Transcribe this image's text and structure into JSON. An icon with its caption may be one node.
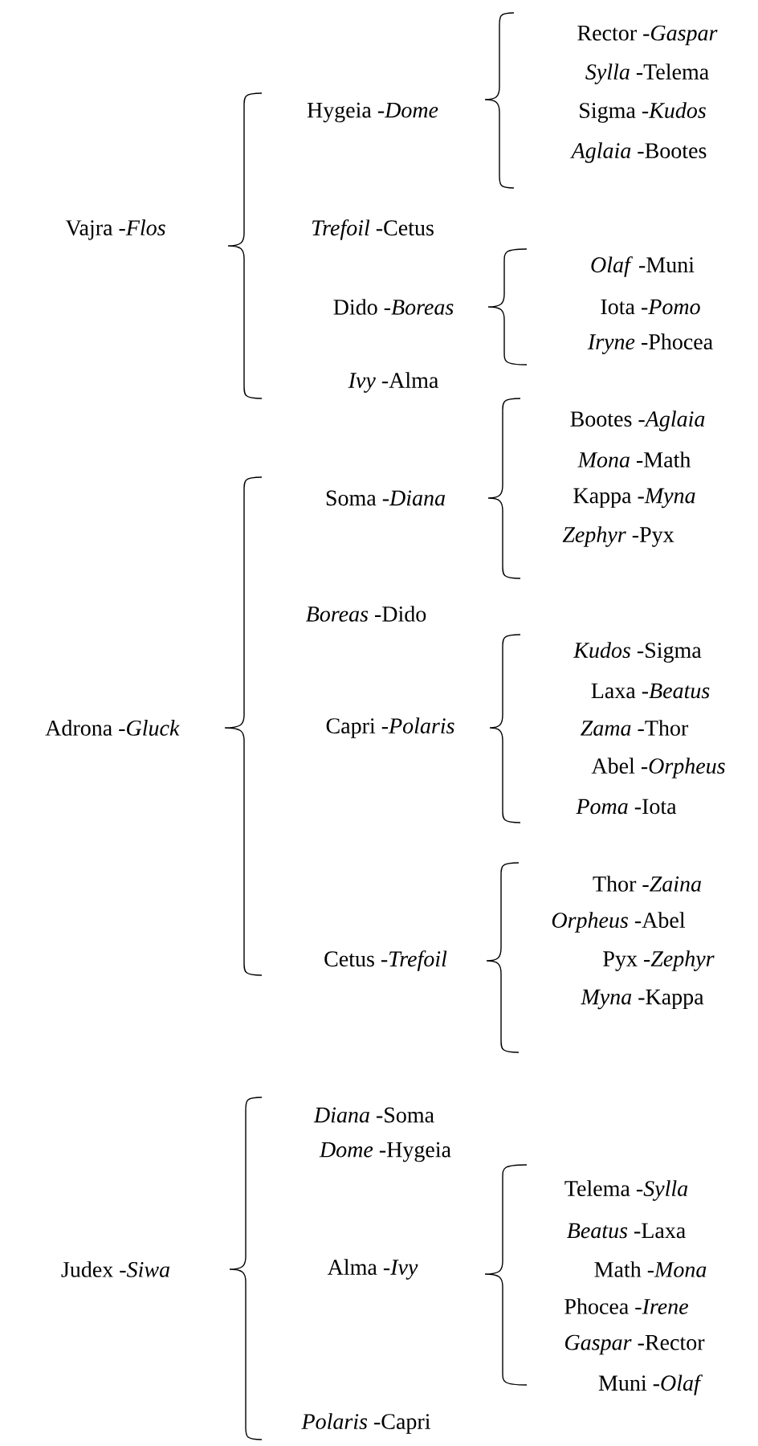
{
  "diagram": {
    "labels": [
      "Vajra -*Flos*",
      "Hygeia -*Dome*",
      "Rector -*Gaspar*",
      "*Sylla* -Telema",
      "Sigma -*Kudos*",
      "*Aglaia* -Bootes",
      "*Trefoil* -Cetus",
      "Dido -*Boreas*",
      "*Olaf* -Muni",
      "Iota -*Pomo*",
      "*Iryne* -Phocea",
      "*Ivy* -Alma",
      "Adrona -*Gluck*",
      "Soma -*Diana*",
      "Bootes -*Aglaia*",
      "*Mona* -Math",
      "Kappa -*Myna*",
      "*Zephyr* -Pyx",
      "*Boreas* -Dido",
      "Capri -*Polaris*",
      "*Kudos* -Sigma",
      "Laxa -*Beatus*",
      "*Zama* -Thor",
      "Abel -*Orpheus*",
      "*Poma* -Iota",
      "Cetus -*Trefoil*",
      "Thor -*Zaina*",
      "*Orpheus* -Abel",
      "Pyx -*Zephyr*",
      "*Myna* -Kappa",
      "Judex -*Siwa*",
      "*Diana* -Soma",
      "*Dome* -Hygeia",
      "Alma -*Ivy*",
      "Telema -*Sylla*",
      "*Beatus* -Laxa",
      "Math -*Mona*",
      "Phocea -*Irene*",
      "*Gaspar* -Rector",
      "Muni -*Olaf*",
      "*Polaris* -Capri"
    ]
  }
}
